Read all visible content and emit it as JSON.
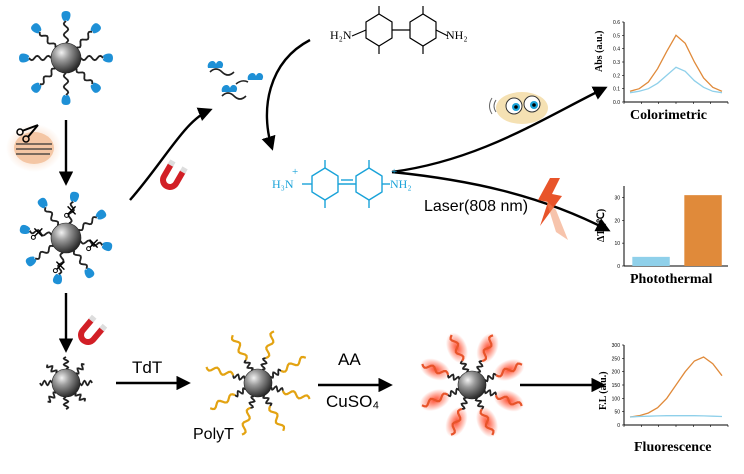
{
  "molecules": {
    "tmb_reduced": {
      "left_amine": "H₂N",
      "right_amine": "NH₂"
    },
    "tmb_oxidized": {
      "left_amine": "H₃N",
      "right_amine": "NH₂",
      "charge": "+"
    }
  },
  "labels": {
    "tdt": "TdT",
    "polyt": "PolyT",
    "aa": "AA",
    "cuso4": "CuSO₄",
    "laser": "Laser(808 nm)"
  },
  "panels": {
    "colorimetric": {
      "title": "Colorimetric",
      "ylabel": "Abs (a.u.)",
      "yticks": [
        "0.6",
        "0.5",
        "0.4",
        "0.3",
        "0.2",
        "0.1",
        "0.0"
      ]
    },
    "photothermal": {
      "title": "Photothermal",
      "ylabel": "ΔT (℃)",
      "yticks": [
        "30",
        "20",
        "10",
        "0"
      ]
    },
    "fluorescence": {
      "title": "Fluorescence",
      "ylabel": "F.L (a.u.)",
      "yticks": [
        "300",
        "250",
        "200",
        "150",
        "100",
        "50",
        "0"
      ]
    }
  },
  "colors": {
    "probe_blue": "#1e90d6",
    "oxidized_blue": "#1aa3d9",
    "polyt_orange": "#e3a312",
    "fluor_red": "#e8542a",
    "curve_orange": "#e08a3a",
    "curve_blue": "#8fd0ea",
    "magnet_red": "#d21f26",
    "particle_gray": "#555555"
  },
  "chart_data": [
    {
      "type": "line",
      "title": "Colorimetric",
      "ylabel": "Abs (a.u.)",
      "ylim": [
        0,
        0.6
      ],
      "x": [
        0,
        1,
        2,
        3,
        4,
        5,
        6,
        7,
        8,
        9,
        10
      ],
      "series": [
        {
          "values": [
            0.08,
            0.1,
            0.15,
            0.25,
            0.38,
            0.5,
            0.44,
            0.3,
            0.18,
            0.11,
            0.08
          ]
        },
        {
          "values": [
            0.07,
            0.08,
            0.1,
            0.14,
            0.2,
            0.26,
            0.23,
            0.16,
            0.11,
            0.08,
            0.07
          ]
        }
      ]
    },
    {
      "type": "bar",
      "title": "Photothermal",
      "ylabel": "ΔT (℃)",
      "ylim": [
        0,
        35
      ],
      "categories": [
        "",
        ""
      ],
      "values": [
        4,
        31
      ]
    },
    {
      "type": "line",
      "title": "Fluorescence",
      "ylabel": "F.L (a.u.)",
      "ylim": [
        0,
        300
      ],
      "x": [
        0,
        1,
        2,
        3,
        4,
        5,
        6,
        7,
        8,
        9,
        10
      ],
      "series": [
        {
          "values": [
            30,
            35,
            45,
            65,
            100,
            150,
            200,
            240,
            255,
            230,
            185
          ]
        },
        {
          "values": [
            30,
            32,
            33,
            34,
            35,
            35,
            35,
            35,
            34,
            33,
            32
          ]
        }
      ]
    }
  ]
}
